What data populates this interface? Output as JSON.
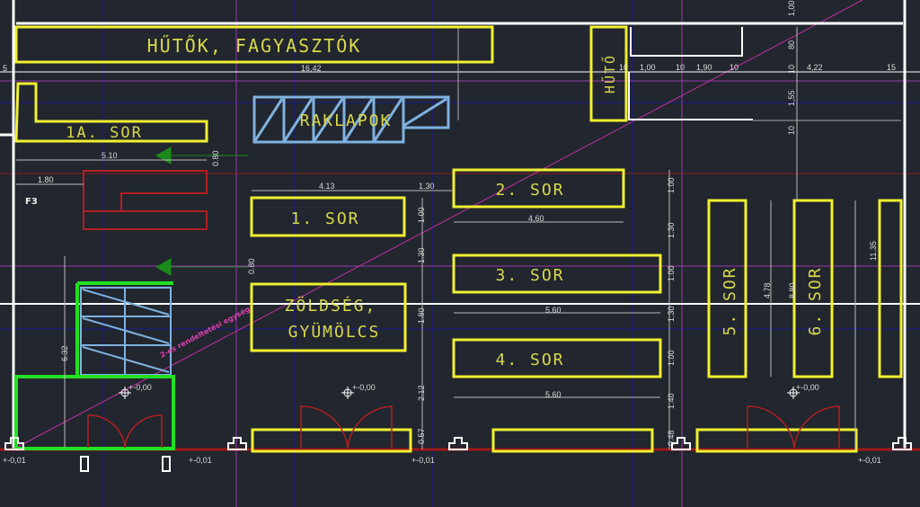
{
  "labels": {
    "hutok": "HŰTŐK, FAGYASZTÓK",
    "huto": "HŰTŐ",
    "sor1a": "1A. SOR",
    "raklapok": "RAKLAPOK",
    "sor1": "1. SOR",
    "sor2": "2. SOR",
    "sor3": "3. SOR",
    "sor4": "4. SOR",
    "sor5": "5. SOR",
    "sor6": "6. SOR",
    "zoldseg1": "ZÖLDSÉG,",
    "zoldseg2": "GYÜMÖLCS",
    "f3": "F3",
    "unit": "2-es rendeltetési egység"
  },
  "dims": {
    "d1642": "16,42",
    "d510": "5.10",
    "d180": "1.80",
    "d413": "4.13",
    "d130": "1.30",
    "d460": "4.60",
    "d560a": "5.60",
    "d560b": "5.60",
    "d080a": "0.80",
    "d080b": "0.80",
    "d100a": "1.00",
    "d130b": "1.30",
    "d180b": "1.80",
    "d212": "2.12",
    "d057": "0.57",
    "d100b": "1.00",
    "d130c": "1.30",
    "d100c": "1.00",
    "d130d": "1.30",
    "d100d": "1.00",
    "d140": "1.40",
    "d048": "0.48",
    "d632": "6.32",
    "d478": "4.78",
    "d880": "8.80",
    "d1135": "11.35",
    "t5": "5",
    "t10a": "10",
    "t100": "1,00",
    "t10b": "10",
    "t190": "1,90",
    "t10c": "10",
    "t10d": "10",
    "t422": "4,22",
    "t15": "15",
    "t80": "80",
    "t155": "1,55",
    "t10e": "10",
    "t100top": "1,00",
    "lvl1": "+-0,00",
    "lvl2": "+-0,00",
    "lvl3": "+-0,00",
    "lvl4": "+-0,01",
    "lvl5": "+-0,01",
    "lvl6": "+-0,01",
    "lvl7": "+-0,01"
  },
  "colors": {
    "background": "#22262e",
    "shelf": "#f0f030",
    "pallet": "#7fb2e0",
    "green": "#22e022",
    "wall": "#ffffff",
    "magenta": "#b040c0"
  }
}
